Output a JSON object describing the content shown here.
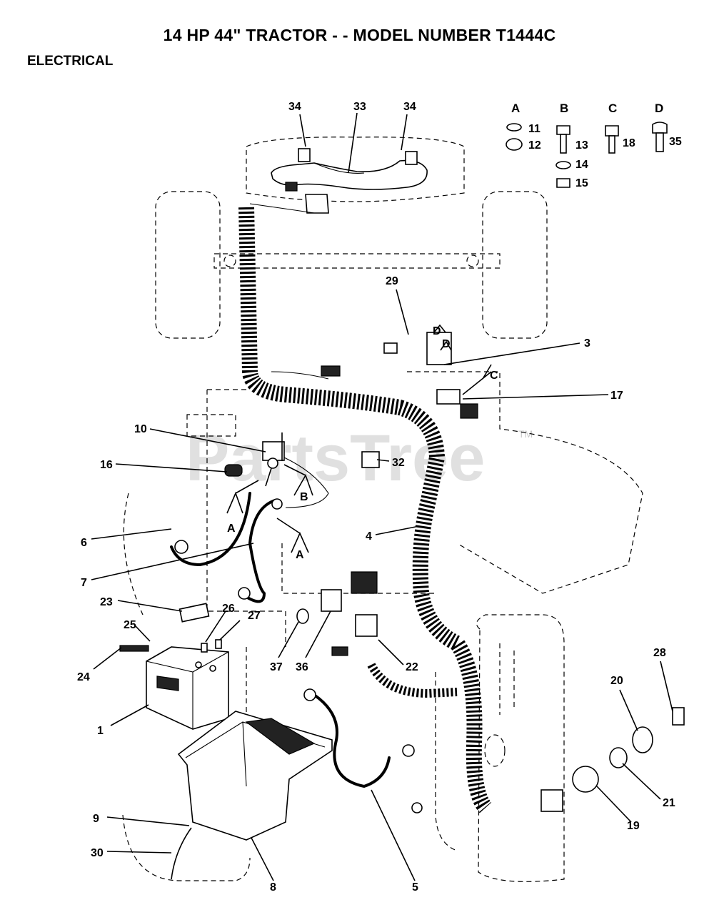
{
  "header": {
    "title": "14 HP 44\" TRACTOR - - MODEL NUMBER T1444C",
    "section": "ELECTRICAL"
  },
  "hardware_key": {
    "columns": [
      {
        "letter": "A",
        "parts": [
          "11",
          "12"
        ]
      },
      {
        "letter": "B",
        "parts": [
          "13",
          "14",
          "15"
        ]
      },
      {
        "letter": "C",
        "parts": [
          "18"
        ]
      },
      {
        "letter": "D",
        "parts": [
          "35"
        ]
      }
    ]
  },
  "connector_tags": [
    "A",
    "A",
    "B",
    "C",
    "D",
    "D"
  ],
  "callouts": [
    "34",
    "33",
    "34",
    "29",
    "3",
    "17",
    "10",
    "16",
    "32",
    "6",
    "4",
    "7",
    "23",
    "26",
    "27",
    "25",
    "24",
    "37",
    "36",
    "22",
    "1",
    "28",
    "20",
    "9",
    "21",
    "30",
    "8",
    "5",
    "19"
  ],
  "watermark": {
    "text": "PartsTree",
    "tm": "TM"
  }
}
